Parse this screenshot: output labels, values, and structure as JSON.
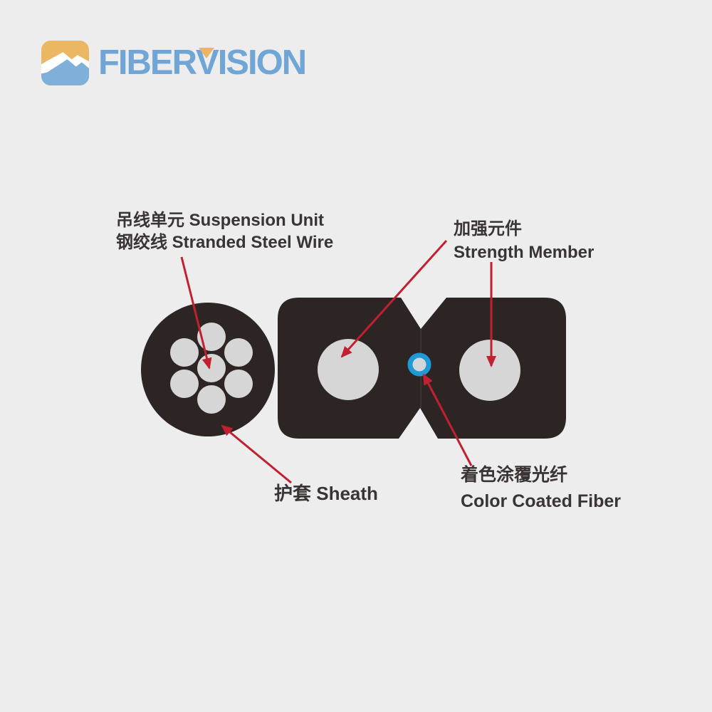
{
  "colors": {
    "background": "#EDEDED",
    "sheath": "#2C2523",
    "steel_wire": "#D7D6D6",
    "strength_member": "#D7D6D6",
    "fiber_ring": "#1E9BD7",
    "fiber_core": "#D4D7D9",
    "arrow": "#C22031",
    "label_text": "#3A3435"
  },
  "brand": {
    "name": "FIBERVISION",
    "name_parts": {
      "pre": "FIBER",
      "v": "V",
      "post": "ISION"
    },
    "wordmark_color": "#6FA6D6",
    "accent_color": "#EEB45E",
    "icon": {
      "orange": "#EBB763",
      "blue": "#7EB0D9",
      "wave": "#FFFFFF"
    }
  },
  "labels": {
    "suspension_unit": {
      "line1": "吊线单元 Suspension Unit",
      "line2": "钢绞线 Stranded Steel Wire"
    },
    "strength_member": {
      "line1": "加强元件",
      "line2": "Strength Member"
    },
    "sheath": {
      "text": "护套 Sheath"
    },
    "color_coated_fiber": {
      "line1": "着色涂覆光纤",
      "line2": "Color Coated Fiber"
    }
  }
}
